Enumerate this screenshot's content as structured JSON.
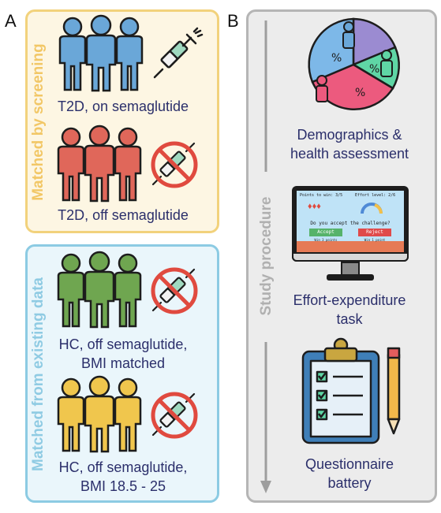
{
  "panels": {
    "a_letter": "A",
    "b_letter": "B"
  },
  "panel_a": {
    "screening_label": "Matched by screening",
    "existing_label": "Matched from existing data",
    "groups": [
      {
        "line1": "T2D, on semaglutide",
        "line2": ""
      },
      {
        "line1": "T2D, off semaglutide",
        "line2": ""
      },
      {
        "line1": "HC, off semaglutide,",
        "line2": "BMI matched"
      },
      {
        "line1": "HC, off semaglutide,",
        "line2": "BMI 18.5 - 25"
      }
    ]
  },
  "panel_b": {
    "procedure_label": "Study procedure",
    "steps": [
      {
        "line1": "Demographics &",
        "line2": "health assessment"
      },
      {
        "line1": "Effort-expenditure",
        "line2": "task"
      },
      {
        "line1": "Questionnaire",
        "line2": "battery"
      }
    ],
    "monitor": {
      "points_text": "Points to win: 3/5",
      "effort_text": "Effort level: 2/6",
      "question": "Do you accept the challenge?",
      "accept": "Accept",
      "reject": "Reject",
      "sub_left": "Win 3 points",
      "sub_right": "Win 1 point"
    }
  },
  "colors": {
    "screening_fill": "#fdf6e3",
    "screening_border": "#f2d27c",
    "screening_text": "#f2c766",
    "existing_fill": "#eaf6fb",
    "existing_border": "#8ccbe3",
    "existing_text": "#8fcbe3",
    "procedure_fill": "#ececec",
    "procedure_border": "#b5b5b5",
    "procedure_text": "#b0b0b0",
    "blue_people": "#6aa7d8",
    "red_people": "#e0675a",
    "green_people": "#6fa650",
    "yellow_people": "#f0c64d",
    "caption_text": "#2b2f6b"
  }
}
